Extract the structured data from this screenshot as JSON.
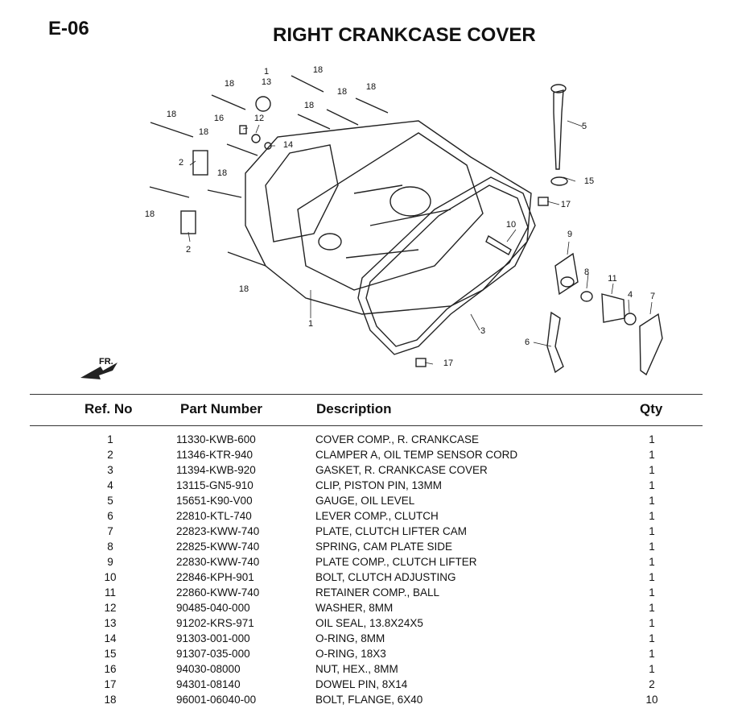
{
  "page": {
    "code": "E-06",
    "title": "RIGHT CRANKCASE COVER"
  },
  "diagram": {
    "fr_label": "FR.",
    "callouts": [
      "1",
      "1",
      "2",
      "2",
      "3",
      "4",
      "5",
      "6",
      "7",
      "8",
      "9",
      "10",
      "11",
      "12",
      "13",
      "14",
      "15",
      "16",
      "17",
      "17",
      "18",
      "18",
      "18",
      "18",
      "18",
      "18",
      "18",
      "18",
      "18",
      "18"
    ]
  },
  "table": {
    "headers": {
      "ref": "Ref. No",
      "part": "Part Number",
      "desc": "Description",
      "qty": "Qty"
    },
    "rows": [
      {
        "ref": "1",
        "part": "11330-KWB-600",
        "desc": "COVER COMP., R. CRANKCASE",
        "qty": "1"
      },
      {
        "ref": "2",
        "part": "11346-KTR-940",
        "desc": "CLAMPER A, OIL TEMP SENSOR CORD",
        "qty": "1"
      },
      {
        "ref": "3",
        "part": "11394-KWB-920",
        "desc": "GASKET, R. CRANKCASE COVER",
        "qty": "1"
      },
      {
        "ref": "4",
        "part": "13115-GN5-910",
        "desc": "CLIP, PISTON PIN, 13MM",
        "qty": "1"
      },
      {
        "ref": "5",
        "part": "15651-K90-V00",
        "desc": "GAUGE, OIL LEVEL",
        "qty": "1"
      },
      {
        "ref": "6",
        "part": "22810-KTL-740",
        "desc": "LEVER COMP., CLUTCH",
        "qty": "1"
      },
      {
        "ref": "7",
        "part": "22823-KWW-740",
        "desc": "PLATE, CLUTCH LIFTER CAM",
        "qty": "1"
      },
      {
        "ref": "8",
        "part": "22825-KWW-740",
        "desc": "SPRING, CAM PLATE SIDE",
        "qty": "1"
      },
      {
        "ref": "9",
        "part": "22830-KWW-740",
        "desc": "PLATE COMP., CLUTCH LIFTER",
        "qty": "1"
      },
      {
        "ref": "10",
        "part": "22846-KPH-901",
        "desc": "BOLT, CLUTCH ADJUSTING",
        "qty": "1"
      },
      {
        "ref": "11",
        "part": "22860-KWW-740",
        "desc": "RETAINER COMP., BALL",
        "qty": "1"
      },
      {
        "ref": "12",
        "part": "90485-040-000",
        "desc": "WASHER, 8MM",
        "qty": "1"
      },
      {
        "ref": "13",
        "part": "91202-KRS-971",
        "desc": "OIL SEAL, 13.8X24X5",
        "qty": "1"
      },
      {
        "ref": "14",
        "part": "91303-001-000",
        "desc": "O-RING, 8MM",
        "qty": "1"
      },
      {
        "ref": "15",
        "part": "91307-035-000",
        "desc": "O-RING, 18X3",
        "qty": "1"
      },
      {
        "ref": "16",
        "part": "94030-08000",
        "desc": "NUT, HEX., 8MM",
        "qty": "1"
      },
      {
        "ref": "17",
        "part": "94301-08140",
        "desc": "DOWEL PIN, 8X14",
        "qty": "2"
      },
      {
        "ref": "18",
        "part": "96001-06040-00",
        "desc": "BOLT, FLANGE, 6X40",
        "qty": "10"
      }
    ]
  }
}
